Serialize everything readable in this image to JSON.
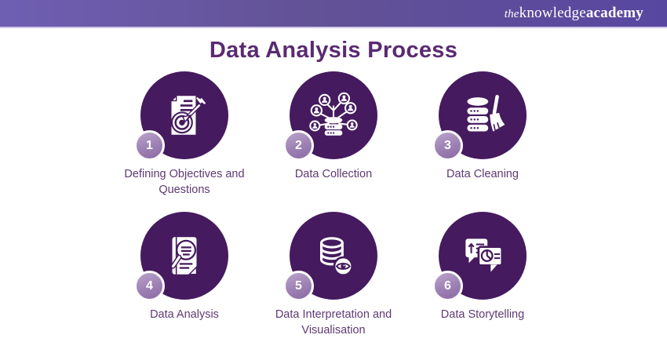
{
  "header": {
    "logo_the": "the",
    "logo_knowledge": "knowledge",
    "logo_academy": "academy"
  },
  "title": "Data Analysis Process",
  "colors": {
    "header_gradient_start": "#6f5fb3",
    "header_gradient_end": "#5847a0",
    "step_circle": "#451a5e",
    "title_text": "#5a2a72",
    "label_text": "#5f3a73",
    "badge_light": "#bba4cb",
    "badge_dark": "#8a6ba3"
  },
  "steps": [
    {
      "number": "1",
      "label": "Defining Objectives and Questions",
      "icon": "document-target-icon"
    },
    {
      "number": "2",
      "label": "Data Collection",
      "icon": "database-network-icon"
    },
    {
      "number": "3",
      "label": "Data Cleaning",
      "icon": "database-broom-icon"
    },
    {
      "number": "4",
      "label": "Data Analysis",
      "icon": "document-magnifier-icon"
    },
    {
      "number": "5",
      "label": "Data Interpretation and Visualisation",
      "icon": "coins-eye-icon"
    },
    {
      "number": "6",
      "label": "Data Storytelling",
      "icon": "speech-bubbles-chart-icon"
    }
  ]
}
